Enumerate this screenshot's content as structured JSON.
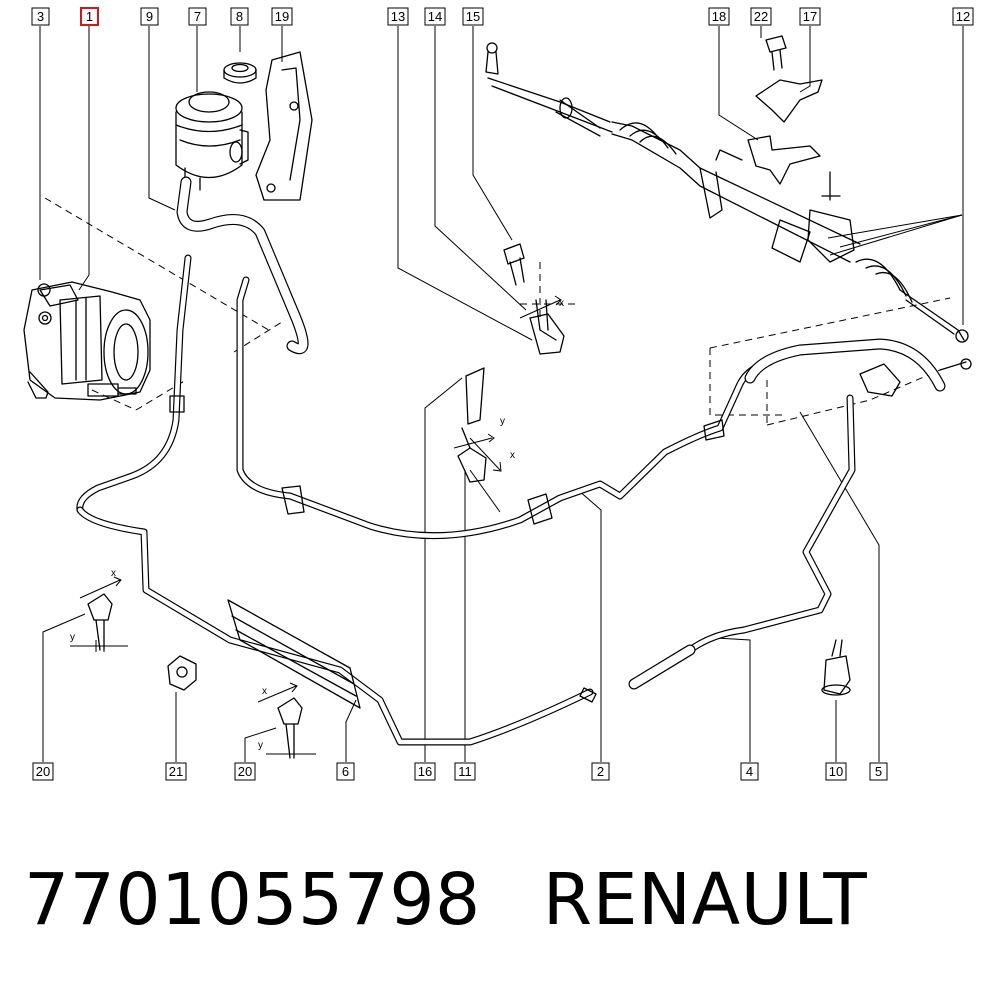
{
  "diagram": {
    "callouts": {
      "c3": "3",
      "c1": "1",
      "c9": "9",
      "c7": "7",
      "c8": "8",
      "c19": "19",
      "c13": "13",
      "c14": "14",
      "c15": "15",
      "c18": "18",
      "c22": "22",
      "c17": "17",
      "c12": "12",
      "c20a": "20",
      "c21": "21",
      "c20b": "20",
      "c6": "6",
      "c16": "16",
      "c11": "11",
      "c2": "2",
      "c4": "4",
      "c10": "10",
      "c5": "5"
    },
    "highlighted_callout": "1",
    "highlight_color": "#d0181e",
    "axis_marks": {
      "x1": "x",
      "y1": "y",
      "x2": "x",
      "y2": "y",
      "x3": "x",
      "y3": "y",
      "x4": "x"
    }
  },
  "footer": {
    "part_number": "7701055798",
    "brand": "RENAULT"
  }
}
